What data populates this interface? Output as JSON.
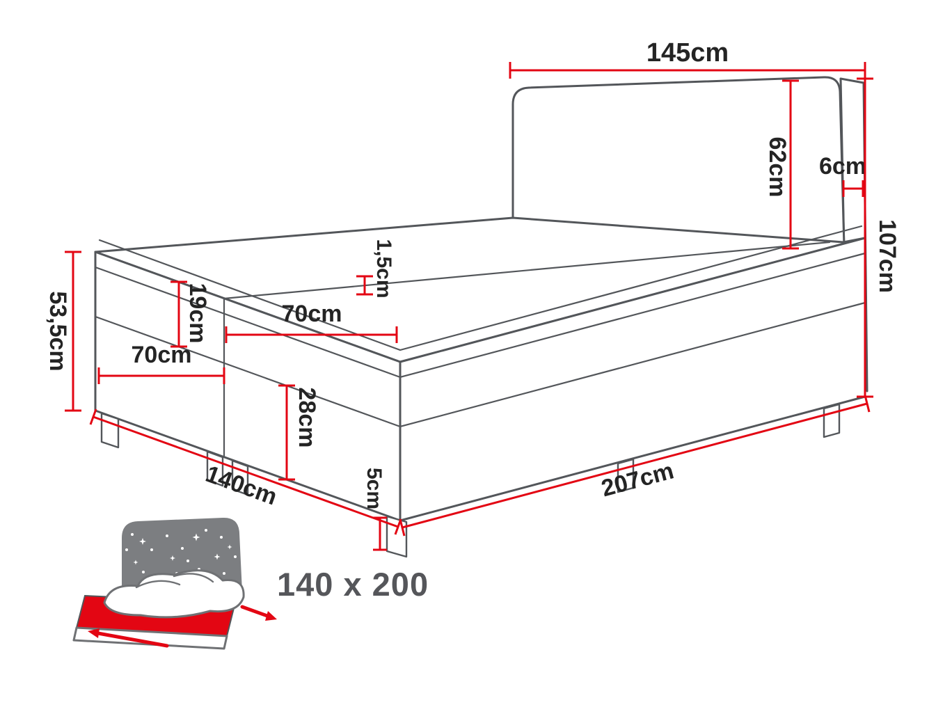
{
  "figure": {
    "type": "product-dimension-diagram",
    "product": "boxspring-bed",
    "size_label": "140 x 200",
    "dimensions": {
      "headboard_width": "145cm",
      "headboard_height": "62cm",
      "headboard_thickness": "6cm",
      "total_height": "107cm",
      "topper_edge": "1,5cm",
      "mattress_height": "19cm",
      "top_half_width": "70cm",
      "front_half_width": "70cm",
      "side_height": "53,5cm",
      "box_height": "28cm",
      "leg_height": "5cm",
      "bed_width": "140cm",
      "bed_length": "207cm"
    },
    "colors": {
      "dimension_red": "#e30613",
      "outline_gray": "#53565a",
      "icon_gray": "#7c7e81",
      "label_dark": "#242424"
    }
  }
}
